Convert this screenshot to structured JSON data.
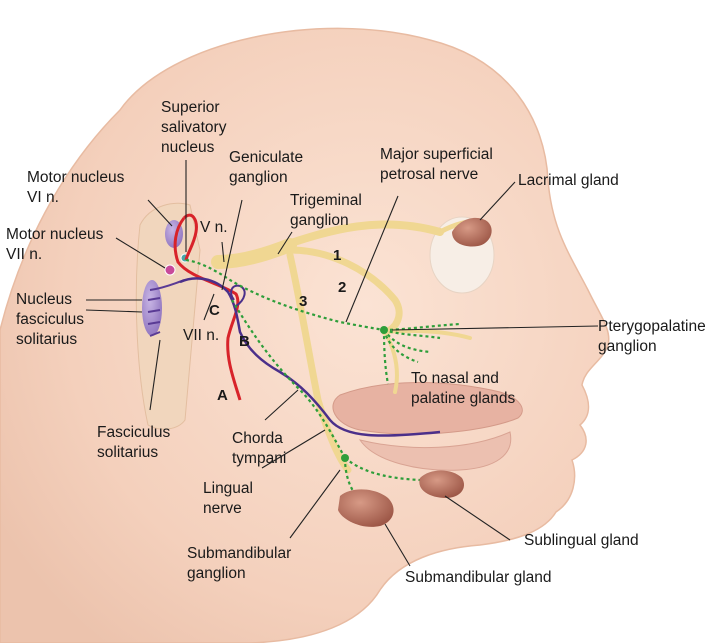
{
  "labels": {
    "superior_salivatory_nucleus": [
      "Superior",
      "salivatory",
      "nucleus"
    ],
    "geniculate_ganglion": [
      "Geniculate",
      "ganglion"
    ],
    "major_superficial_petrosal_nerve": [
      "Major superficial",
      "petrosal nerve"
    ],
    "lacrimal_gland": [
      "Lacrimal gland"
    ],
    "motor_nucleus_vi": [
      "Motor nucleus",
      "VI n."
    ],
    "motor_nucleus_vii": [
      "Motor nucleus",
      "VII n."
    ],
    "trigeminal_ganglion": [
      "Trigeminal",
      "ganglion"
    ],
    "v_n": [
      "V n."
    ],
    "nucleus_fasciculus_solitarius": [
      "Nucleus",
      "fasciculus",
      "solitarius"
    ],
    "vii_n": [
      "VII n."
    ],
    "pterygopalatine_ganglion": [
      "Pterygopalatine",
      "ganglion"
    ],
    "to_nasal_palatine": [
      "To nasal and",
      "palatine glands"
    ],
    "fasciculus_solitarius": [
      "Fasciculus",
      "solitarius"
    ],
    "chorda_tympani": [
      "Chorda",
      "tympani"
    ],
    "lingual_nerve": [
      "Lingual",
      "nerve"
    ],
    "submandibular_ganglion": [
      "Submandibular",
      "ganglion"
    ],
    "sublingual_gland": [
      "Sublingual gland"
    ],
    "submandibular_gland": [
      "Submandibular gland"
    ]
  },
  "markers": {
    "a": "A",
    "b": "B",
    "c": "C",
    "branch_1": "1",
    "branch_2": "2",
    "branch_3": "3"
  },
  "colors": {
    "skin": "#f6d8c6",
    "skin_shadow": "#ebbfa6",
    "brainstem": "#f3dcc4",
    "nerve_yellow": "#f1d99a",
    "red_nerve": "#d8232a",
    "purple_nerve": "#4b2f8a",
    "green_dotted": "#2e9e3a",
    "gland": "#b06a5a",
    "nucleus_purple": "#9b82c6"
  }
}
